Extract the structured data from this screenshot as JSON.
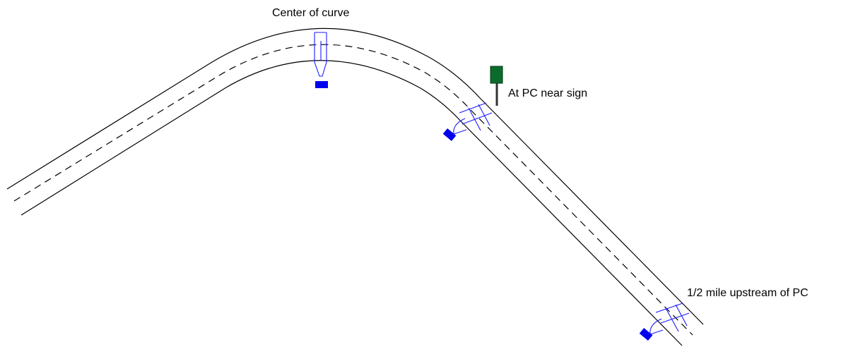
{
  "colors": {
    "road_line": "#000000",
    "detector_line": "#1a1aff",
    "sensor_box": "#0000ee",
    "sign_panel": "#0b6b2c",
    "sign_post": "#333333",
    "label_text": "#000000"
  },
  "labels": {
    "center_of_curve": "Center of curve",
    "pc_near_sign": "At PC near sign",
    "half_mile_upstream": "1/2 mile upstream of PC"
  },
  "icons": {
    "sensor": "blue-rectangle-sensor",
    "sign": "green-sign-on-post"
  }
}
